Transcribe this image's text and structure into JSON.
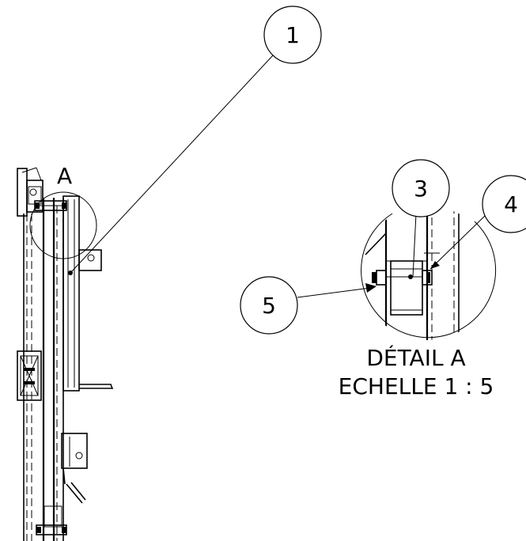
{
  "callouts": [
    {
      "id": "1",
      "label": "1"
    },
    {
      "id": "3",
      "label": "3"
    },
    {
      "id": "4",
      "label": "4"
    },
    {
      "id": "5",
      "label": "5"
    }
  ],
  "view_label": "A",
  "detail": {
    "title": "DÉTAIL A",
    "scale": "ECHELLE 1 : 5"
  }
}
